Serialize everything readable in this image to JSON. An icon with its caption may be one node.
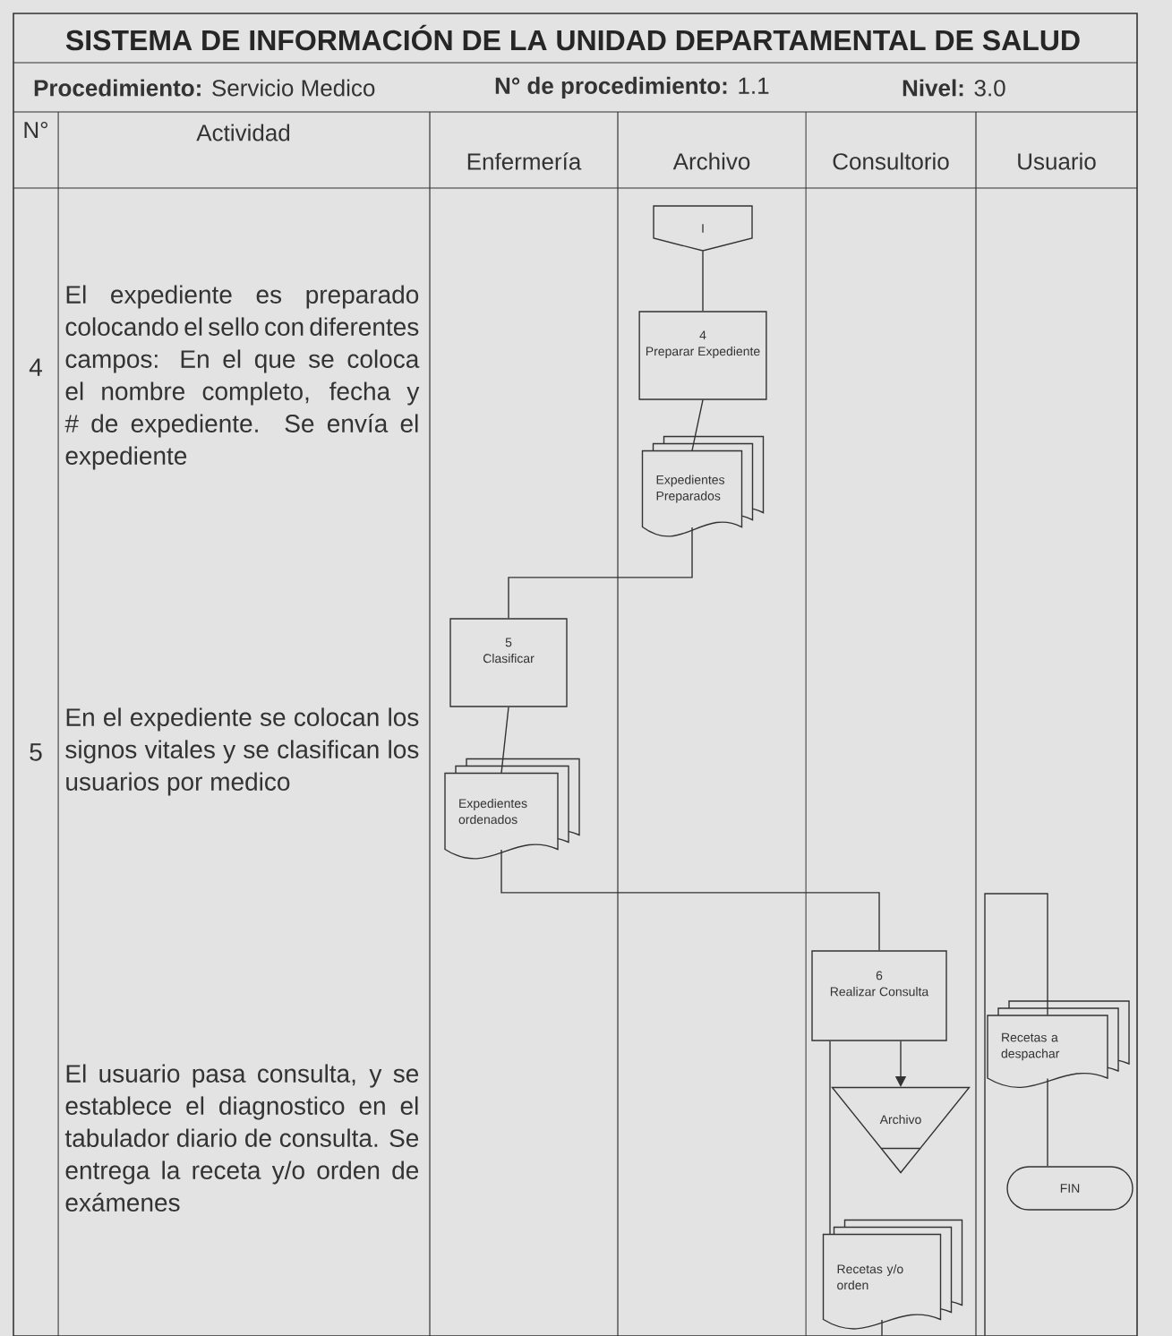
{
  "diagram": {
    "title": "SISTEMA DE INFORMACIÓN DE LA UNIDAD DEPARTAMENTAL DE SALUD",
    "nodes": [
      {
        "text": [
          "I"
        ]
      },
      {
        "text": [
          "4",
          "Preparar Expediente"
        ]
      },
      {
        "text": [
          "Expedientes Preparados"
        ]
      },
      {
        "text": [
          "5",
          "Clasificar"
        ]
      },
      {
        "text": [
          "Expedientes ordenados"
        ]
      },
      {
        "text": [
          "6",
          "Realizar Consulta"
        ]
      },
      {
        "text": [
          "Archivo"
        ]
      },
      {
        "text": [
          "Recetas y/o orden"
        ]
      },
      {
        "text": [
          "Recetas a despachar"
        ]
      },
      {
        "text": [
          "FIN"
        ]
      }
    ],
    "edges": [
      {
        "from": 0,
        "to": 1,
        "arrow": "none"
      },
      {
        "from": 1,
        "to": 2,
        "arrow": "none"
      },
      {
        "from": 2,
        "to": 3,
        "arrow": "none"
      },
      {
        "from": 3,
        "to": 4,
        "arrow": "none"
      },
      {
        "from": 4,
        "to": 5,
        "arrow": "none"
      },
      {
        "from": 5,
        "to": 6,
        "arrow": "to"
      },
      {
        "from": 5,
        "to": 7,
        "arrow": "none"
      },
      {
        "from": 7,
        "to": null,
        "arrow": "none"
      },
      {
        "from": null,
        "to": 8,
        "arrow": "none"
      },
      {
        "from": 8,
        "to": 9,
        "arrow": "none"
      }
    ],
    "labels": [
      "**Procedimiento:** Servicio Medico",
      "**N° de procedimiento:** 1.1",
      "**Nivel:** 3.0",
      "N°",
      "Actividad",
      "Enfermería",
      "Archivo",
      "Consultorio",
      "Usuario",
      "4",
      "El expediente es preparado colocando el sello con diferentes campos: En el que se coloca el nombre completo, fecha y # de expediente. Se envía el expediente",
      "5",
      "En el expediente se colocan los signos vitales y se clasifican los usuarios por medico",
      "El usuario pasa consulta, y se establece el diagnostico en el tabulador diario de consulta. Se entrega la receta y/o orden de exámenes"
    ]
  }
}
